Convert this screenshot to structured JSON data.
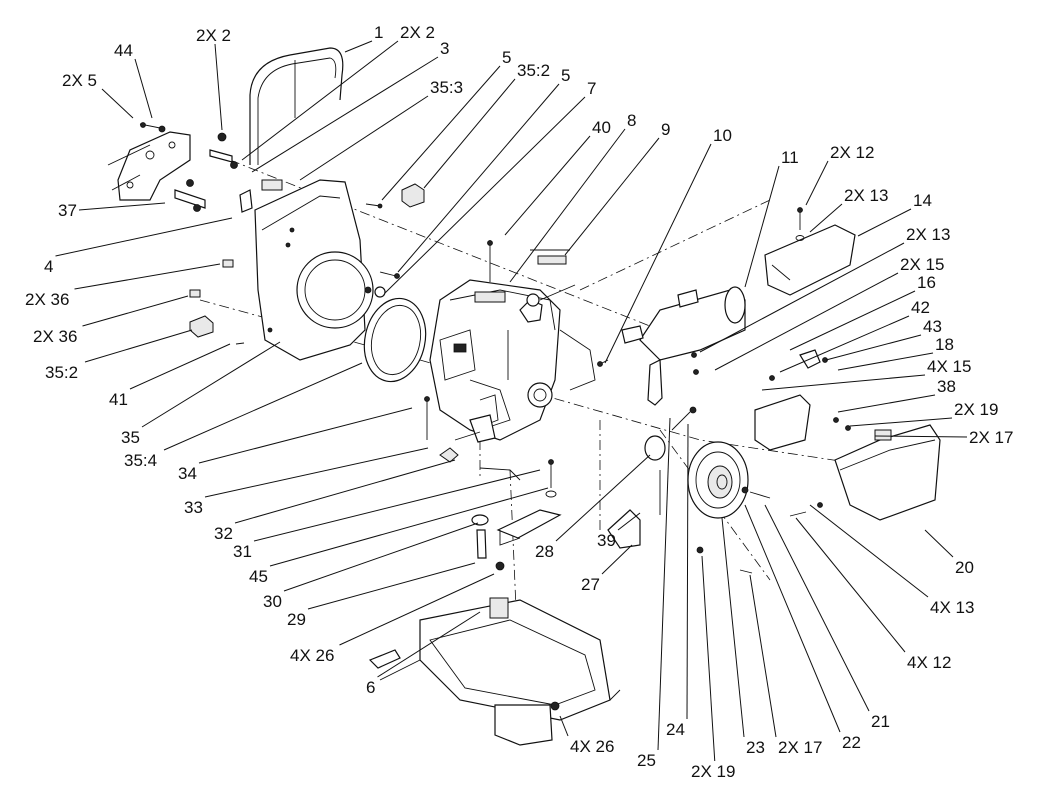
{
  "callouts": [
    {
      "id": "c1",
      "text": "1"
    },
    {
      "id": "c2",
      "text": "2X 2"
    },
    {
      "id": "c3",
      "text": "2X 2"
    },
    {
      "id": "c4",
      "text": "3"
    },
    {
      "id": "c5",
      "text": "44"
    },
    {
      "id": "c6",
      "text": "2X 5"
    },
    {
      "id": "c7",
      "text": "35:3"
    },
    {
      "id": "c8",
      "text": "5"
    },
    {
      "id": "c9",
      "text": "35:2"
    },
    {
      "id": "c10",
      "text": "5"
    },
    {
      "id": "c11",
      "text": "7"
    },
    {
      "id": "c12",
      "text": "40"
    },
    {
      "id": "c13",
      "text": "8"
    },
    {
      "id": "c14",
      "text": "9"
    },
    {
      "id": "c15",
      "text": "10"
    },
    {
      "id": "c16",
      "text": "11"
    },
    {
      "id": "c17",
      "text": "2X 12"
    },
    {
      "id": "c18",
      "text": "2X 13"
    },
    {
      "id": "c19",
      "text": "14"
    },
    {
      "id": "c20",
      "text": "2X 13"
    },
    {
      "id": "c21",
      "text": "2X 15"
    },
    {
      "id": "c22",
      "text": "16"
    },
    {
      "id": "c23",
      "text": "42"
    },
    {
      "id": "c24",
      "text": "43"
    },
    {
      "id": "c25",
      "text": "18"
    },
    {
      "id": "c26",
      "text": "4X 15"
    },
    {
      "id": "c27",
      "text": "38"
    },
    {
      "id": "c28",
      "text": "2X 19"
    },
    {
      "id": "c29",
      "text": "2X 17"
    },
    {
      "id": "c30",
      "text": "37"
    },
    {
      "id": "c31",
      "text": "4"
    },
    {
      "id": "c32",
      "text": "2X 36"
    },
    {
      "id": "c33",
      "text": "2X 36"
    },
    {
      "id": "c34",
      "text": "35:2"
    },
    {
      "id": "c35",
      "text": "41"
    },
    {
      "id": "c36",
      "text": "35"
    },
    {
      "id": "c37",
      "text": "35:4"
    },
    {
      "id": "c38",
      "text": "34"
    },
    {
      "id": "c39",
      "text": "33"
    },
    {
      "id": "c40",
      "text": "32"
    },
    {
      "id": "c41",
      "text": "31"
    },
    {
      "id": "c42",
      "text": "45"
    },
    {
      "id": "c43",
      "text": "30"
    },
    {
      "id": "c44",
      "text": "29"
    },
    {
      "id": "c45",
      "text": "4X 26"
    },
    {
      "id": "c46",
      "text": "6"
    },
    {
      "id": "c47",
      "text": "4X 26"
    },
    {
      "id": "c48",
      "text": "28"
    },
    {
      "id": "c49",
      "text": "39"
    },
    {
      "id": "c50",
      "text": "27"
    },
    {
      "id": "c51",
      "text": "25"
    },
    {
      "id": "c52",
      "text": "24"
    },
    {
      "id": "c53",
      "text": "2X 19"
    },
    {
      "id": "c54",
      "text": "23"
    },
    {
      "id": "c55",
      "text": "2X 17"
    },
    {
      "id": "c56",
      "text": "22"
    },
    {
      "id": "c57",
      "text": "21"
    },
    {
      "id": "c58",
      "text": "4X 12"
    },
    {
      "id": "c59",
      "text": "4X 13"
    },
    {
      "id": "c60",
      "text": "20"
    }
  ]
}
